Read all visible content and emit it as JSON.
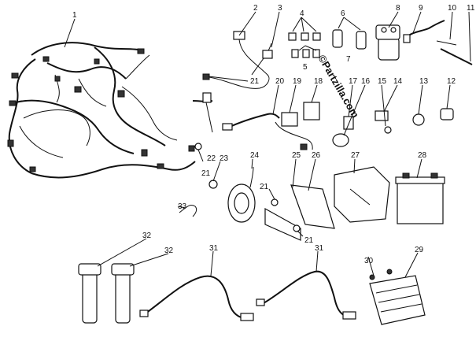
{
  "watermark": "©Partzilla.com",
  "callouts": [
    {
      "label": "1"
    },
    {
      "label": "2"
    },
    {
      "label": "3"
    },
    {
      "label": "4"
    },
    {
      "label": "5"
    },
    {
      "label": "6"
    },
    {
      "label": "7"
    },
    {
      "label": "8"
    },
    {
      "label": "9"
    },
    {
      "label": "10"
    },
    {
      "label": "11"
    },
    {
      "label": "12"
    },
    {
      "label": "13"
    },
    {
      "label": "14"
    },
    {
      "label": "15"
    },
    {
      "label": "16"
    },
    {
      "label": "17"
    },
    {
      "label": "18"
    },
    {
      "label": "19"
    },
    {
      "label": "20"
    },
    {
      "label": "21"
    },
    {
      "label": "21"
    },
    {
      "label": "21"
    },
    {
      "label": "21"
    },
    {
      "label": "22"
    },
    {
      "label": "23"
    },
    {
      "label": "24"
    },
    {
      "label": "25"
    },
    {
      "label": "26"
    },
    {
      "label": "27"
    },
    {
      "label": "28"
    },
    {
      "label": "29"
    },
    {
      "label": "30"
    },
    {
      "label": "31"
    },
    {
      "label": "31"
    },
    {
      "label": "32"
    },
    {
      "label": "32"
    },
    {
      "label": "33"
    }
  ]
}
